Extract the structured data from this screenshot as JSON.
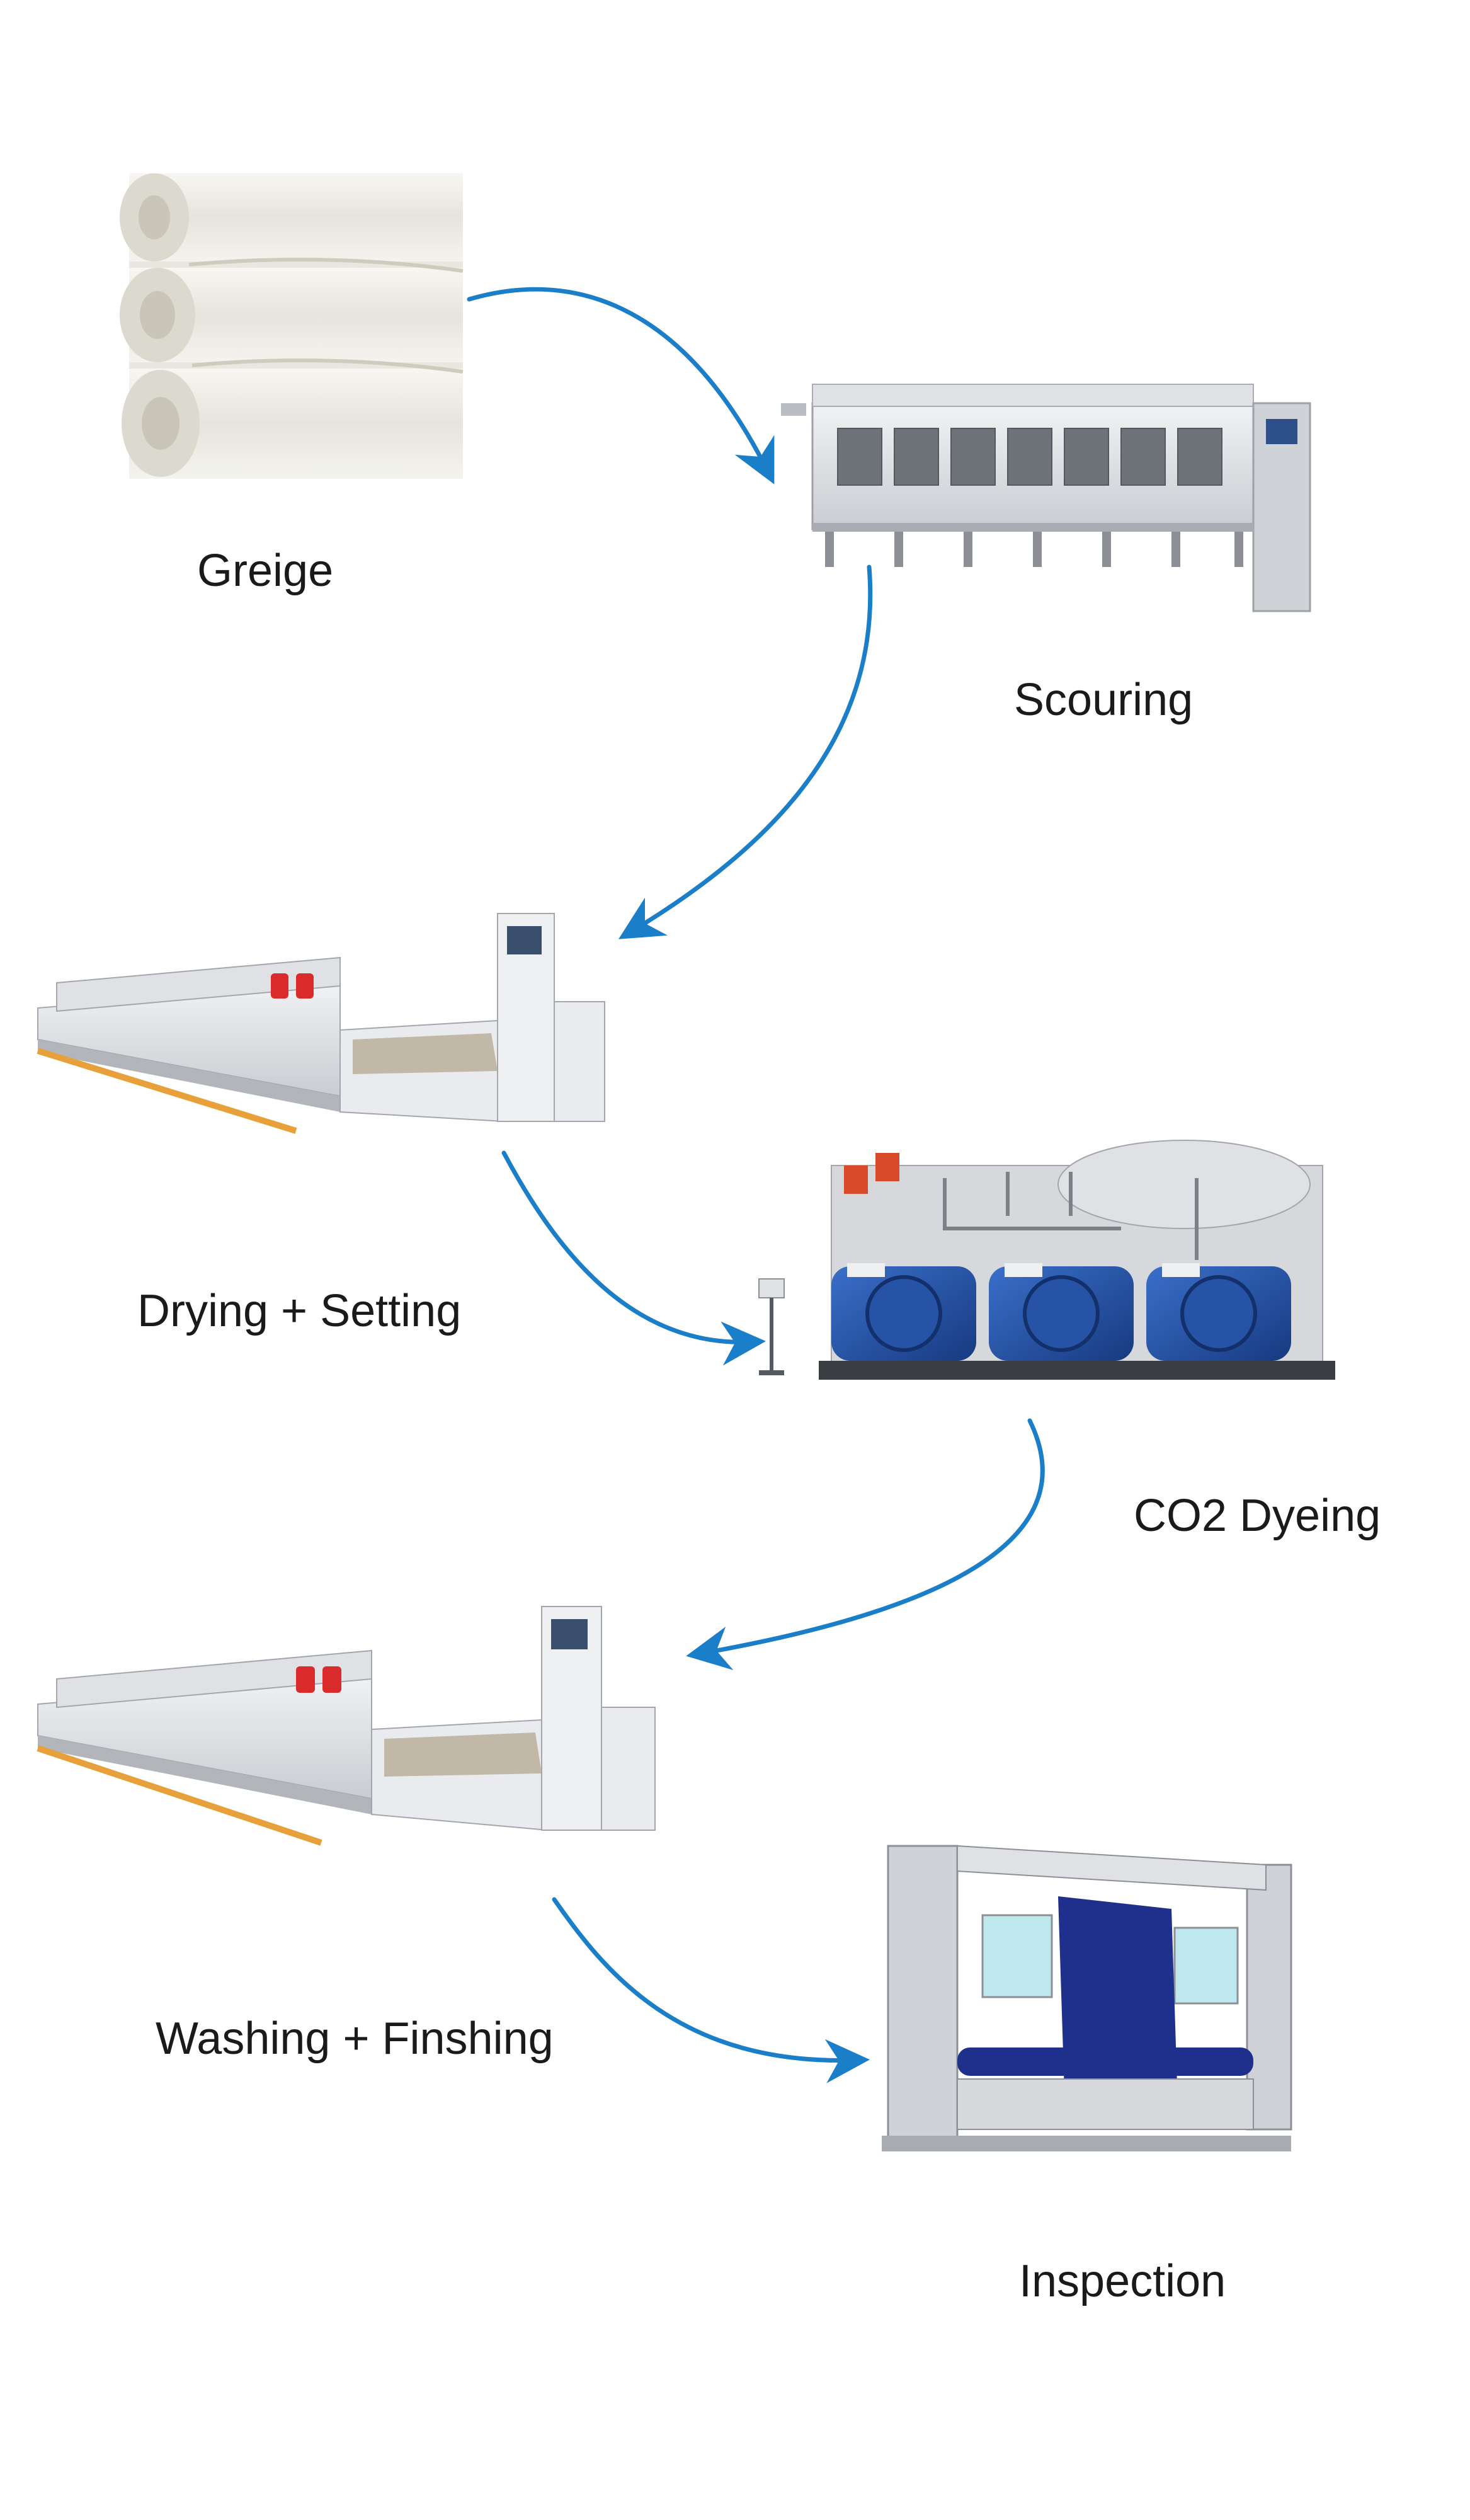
{
  "steps": [
    {
      "id": "greige",
      "label": "Greige"
    },
    {
      "id": "scouring",
      "label": "Scouring"
    },
    {
      "id": "drying",
      "label": "Drying + Setting"
    },
    {
      "id": "co2",
      "label": "CO2 Dyeing"
    },
    {
      "id": "washing",
      "label": "Washing + Finshing"
    },
    {
      "id": "inspection",
      "label": "Inspection"
    }
  ],
  "colors": {
    "arrow": "#1a7fc8",
    "machine_body": "#e3e5e8",
    "machine_dark": "#8c9096",
    "dye_vessel": "#2653a6",
    "red_unit": "#d92b2b",
    "rail": "#e8a13a",
    "fabric_blue": "#1e2f8c",
    "greige_cloth": "#ecebe6"
  }
}
